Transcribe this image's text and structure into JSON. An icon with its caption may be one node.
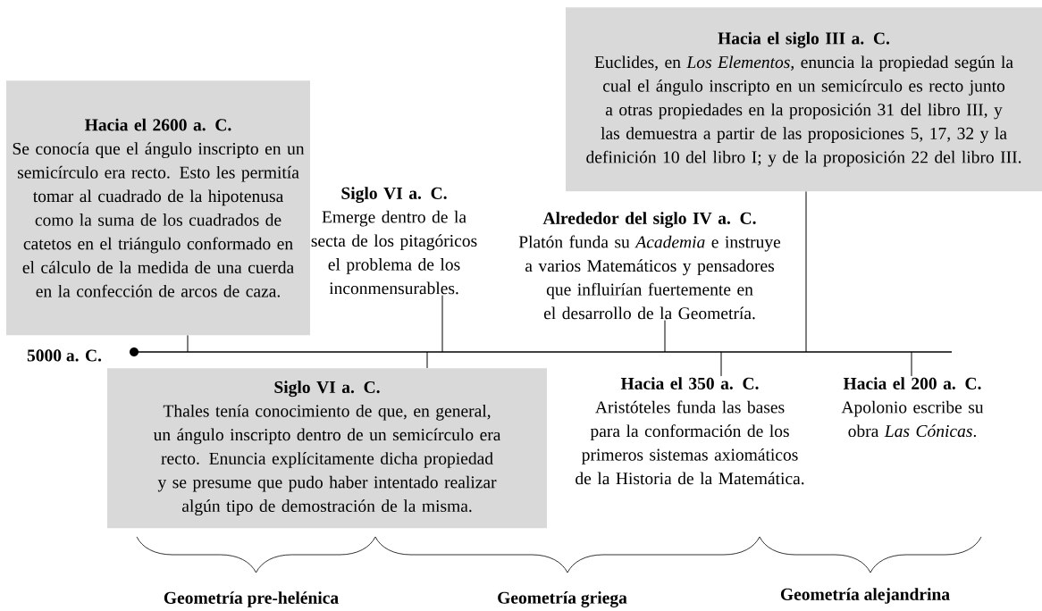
{
  "diagram": {
    "nodes": [
      {
        "text": [
          "Hacia el 2600 a. C.",
          "Se conocía que el ángulo inscripto en un semicírculo era recto. Esto les permitía tomar al cuadrado de la hipotenusa como la suma de los cuadrados de catetos en el triángulo conformado en el cálculo de la medida de una cuerda en la confección de arcos de caza."
        ]
      },
      {
        "text": [
          "Siglo VI a. C.",
          "Thales tenía conocimiento de que, en general, un ángulo inscripto dentro de un semicírculo era recto. Enuncia explícitamente dicha propiedad y se presume que pudo haber intentado realizar algún tipo de demostración de la misma."
        ]
      },
      {
        "text": [
          "Siglo VI a. C.",
          "Emerge dentro de la secta de los pitagóricos el problema de los inconmensurables."
        ]
      },
      {
        "text": [
          "Alrededor del siglo IV a. C.",
          "Platón funda su *Academia* e instruye a varios Matemáticos y pensadores que influirían fuertemente en el desarrollo de la Geometría."
        ]
      },
      {
        "text": [
          "Hacia el 350 a. C.",
          "Aristóteles funda las bases para la conformación de los primeros sistemas axiomáticos de la Historia de la Matemática."
        ]
      },
      {
        "text": [
          "Hacia el siglo III a. C.",
          "Euclides, en *Los Elementos*, enuncia la propiedad según la cual el ángulo inscripto en un semicírculo es recto junto a otras propiedades en la proposición 31 del libro III, y las demuestra a partir de las proposiciones 5, 17, 32 y la definición 10 del libro I; y de la proposición 22 del libro III."
        ]
      },
      {
        "text": [
          "Hacia el 200 a. C.",
          "Apolonio escribe su obra *Las Cónicas*."
        ]
      }
    ],
    "edges": [
      {
        "from": 0,
        "to": null,
        "arrow": "none"
      },
      {
        "from": 1,
        "to": null,
        "arrow": "none"
      },
      {
        "from": 2,
        "to": null,
        "arrow": "none"
      },
      {
        "from": 3,
        "to": null,
        "arrow": "none"
      },
      {
        "from": 4,
        "to": null,
        "arrow": "none"
      },
      {
        "from": 5,
        "to": null,
        "arrow": "none"
      },
      {
        "from": 6,
        "to": null,
        "arrow": "none"
      }
    ],
    "labels": [
      "5000 a. C.",
      "Geometría pre-helénica",
      "Geometría griega",
      "Geometría alejandrina"
    ]
  }
}
